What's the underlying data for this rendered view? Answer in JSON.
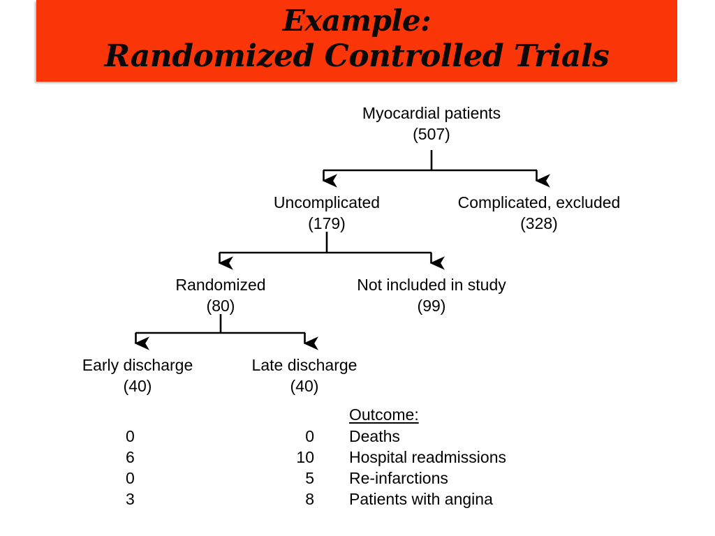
{
  "slide": {
    "title_line_1": "Example:",
    "title_line_2": "Randomized Controlled Trials",
    "banner_color": "#fa3508",
    "text_color": "#000000",
    "background_color": "#ffffff"
  },
  "flowchart": {
    "nodes": {
      "root": {
        "label": "Myocardial patients",
        "count": "(507)"
      },
      "uncomplicated": {
        "label": "Uncomplicated",
        "count": "(179)"
      },
      "complicated": {
        "label": "Complicated, excluded",
        "count": "(328)"
      },
      "randomized": {
        "label": "Randomized",
        "count": "(80)"
      },
      "not_included": {
        "label": "Not included in study",
        "count": "(99)"
      },
      "early_discharge": {
        "label": "Early discharge",
        "count": "(40)"
      },
      "late_discharge": {
        "label": "Late discharge",
        "count": "(40)"
      }
    }
  },
  "outcome_table": {
    "header": "Outcome:",
    "columns": [
      "Early discharge",
      "Late discharge",
      "Outcome:"
    ],
    "rows": [
      {
        "early": "0",
        "late": "0",
        "outcome": "Deaths"
      },
      {
        "early": "6",
        "late": "10",
        "outcome": "Hospital readmissions"
      },
      {
        "early": "0",
        "late": "5",
        "outcome": "Re-infarctions"
      },
      {
        "early": "3",
        "late": "8",
        "outcome": "Patients with angina"
      }
    ]
  }
}
